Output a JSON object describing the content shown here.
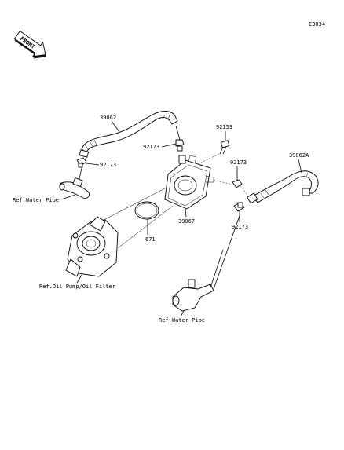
{
  "diagram_code": "E3034",
  "front_label": "FRONT",
  "labels": {
    "hose_upper": "39062",
    "hose_right": "39062A",
    "clamp_a": "92173",
    "clamp_b": "92173",
    "clamp_c": "92173",
    "clamp_d": "92173",
    "bolt": "92153",
    "oil_cooler": "39067",
    "oring": "671",
    "ref_water_pipe_left": "Ref.Water Pipe",
    "ref_water_pipe_bottom": "Ref.Water Pipe",
    "ref_oil_pump": "Ref.Oil Pump/Oil Filter"
  }
}
